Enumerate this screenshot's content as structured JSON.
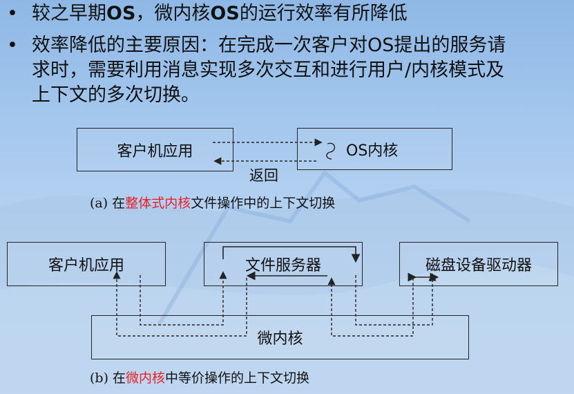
{
  "bullets": [
    {
      "symbol": "•",
      "parts": [
        "较之早期",
        "OS",
        "，微内核",
        "OS",
        "的运行效率有所降低"
      ]
    },
    {
      "symbol": "•",
      "lines": [
        "效率降低的主要原因：在完成一次客户对OS提出的服务请",
        "求时，需要利用消息实现多次交互和进行用户/内核模式及",
        "上下文的多次切换。"
      ]
    }
  ],
  "diagram_a": {
    "client_box": "客户机应用",
    "kernel_box": "OS内核",
    "return_label": "返回",
    "caption_prefix": "(a) 在",
    "caption_highlight": "整体式内核",
    "caption_suffix": "文件操作中的上下文切换"
  },
  "diagram_b": {
    "client_box": "客户机应用",
    "file_server_box": "文件服务器",
    "disk_driver_box": "磁盘设备驱动器",
    "microkernel_box": "微内核",
    "caption_prefix": "(b) 在",
    "caption_highlight": "微内核",
    "caption_suffix": "中等价操作的上下文切换"
  },
  "colors": {
    "highlight": "#e8202a",
    "line": "#222222"
  }
}
